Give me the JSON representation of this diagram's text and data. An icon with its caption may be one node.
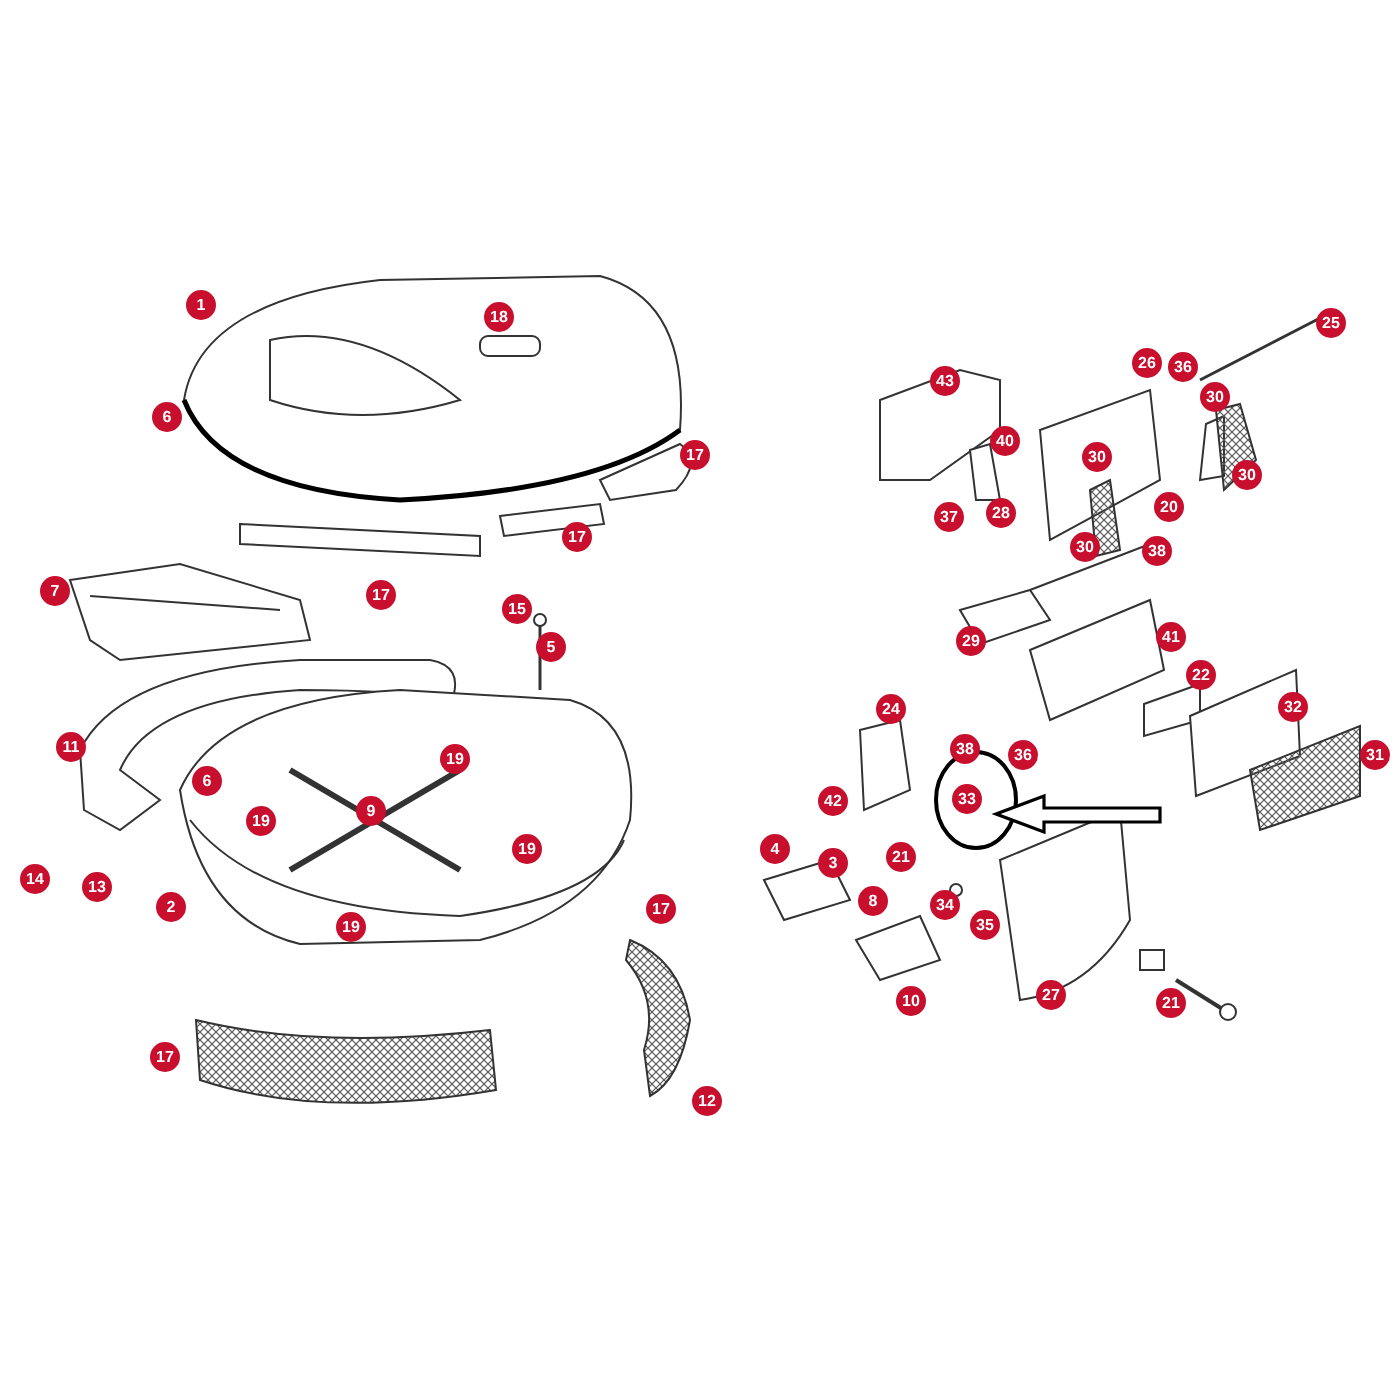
{
  "diagram": {
    "labels": [
      "1",
      "18",
      "6",
      "17",
      "17",
      "7",
      "17",
      "15",
      "5",
      "11",
      "6",
      "19",
      "9",
      "19",
      "19",
      "14",
      "13",
      "2",
      "19",
      "17",
      "17",
      "12",
      "25",
      "43",
      "26",
      "36",
      "30",
      "40",
      "30",
      "30",
      "37",
      "28",
      "20",
      "30",
      "38",
      "29",
      "41",
      "22",
      "24",
      "32",
      "38",
      "36",
      "31",
      "42",
      "33",
      "21",
      "4",
      "3",
      "8",
      "34",
      "35",
      "27",
      "10",
      "21"
    ]
  }
}
